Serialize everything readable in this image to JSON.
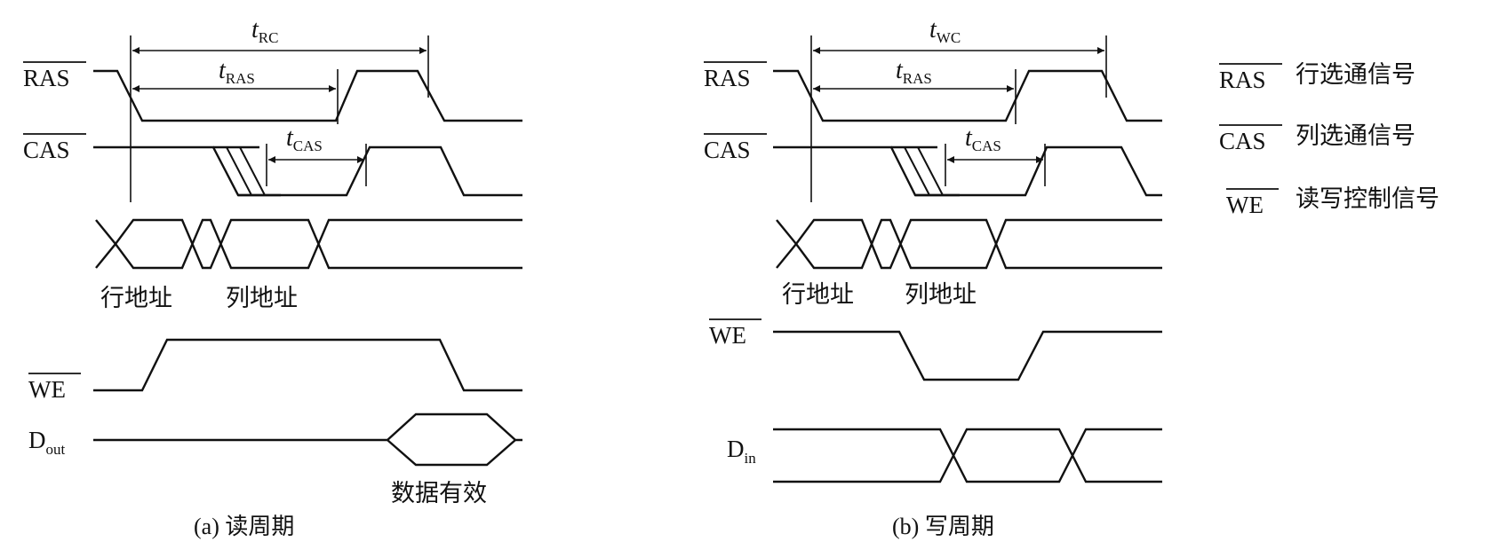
{
  "read_panel": {
    "caption": "(a) 读周期",
    "signals": {
      "ras": "RAS",
      "cas": "CAS",
      "we": "WE",
      "dout_main": "D",
      "dout_sub": "out"
    },
    "address_labels": {
      "row": "行地址",
      "col": "列地址"
    },
    "data_label": "数据有效",
    "timing": {
      "trc": {
        "t": "t",
        "sub": "RC"
      },
      "tras": {
        "t": "t",
        "sub": "RAS"
      },
      "tcas": {
        "t": "t",
        "sub": "CAS"
      }
    }
  },
  "write_panel": {
    "caption": "(b) 写周期",
    "signals": {
      "ras": "RAS",
      "cas": "CAS",
      "we": "WE",
      "din_main": "D",
      "din_sub": "in"
    },
    "address_labels": {
      "row": "行地址",
      "col": "列地址"
    },
    "timing": {
      "twc": {
        "t": "t",
        "sub": "WC"
      },
      "tras": {
        "t": "t",
        "sub": "RAS"
      },
      "tcas": {
        "t": "t",
        "sub": "CAS"
      }
    }
  },
  "legend": [
    {
      "signal": "RAS",
      "desc": "行选通信号"
    },
    {
      "signal": "CAS",
      "desc": "列选通信号"
    },
    {
      "signal": "WE",
      "desc": "读写控制信号"
    }
  ]
}
